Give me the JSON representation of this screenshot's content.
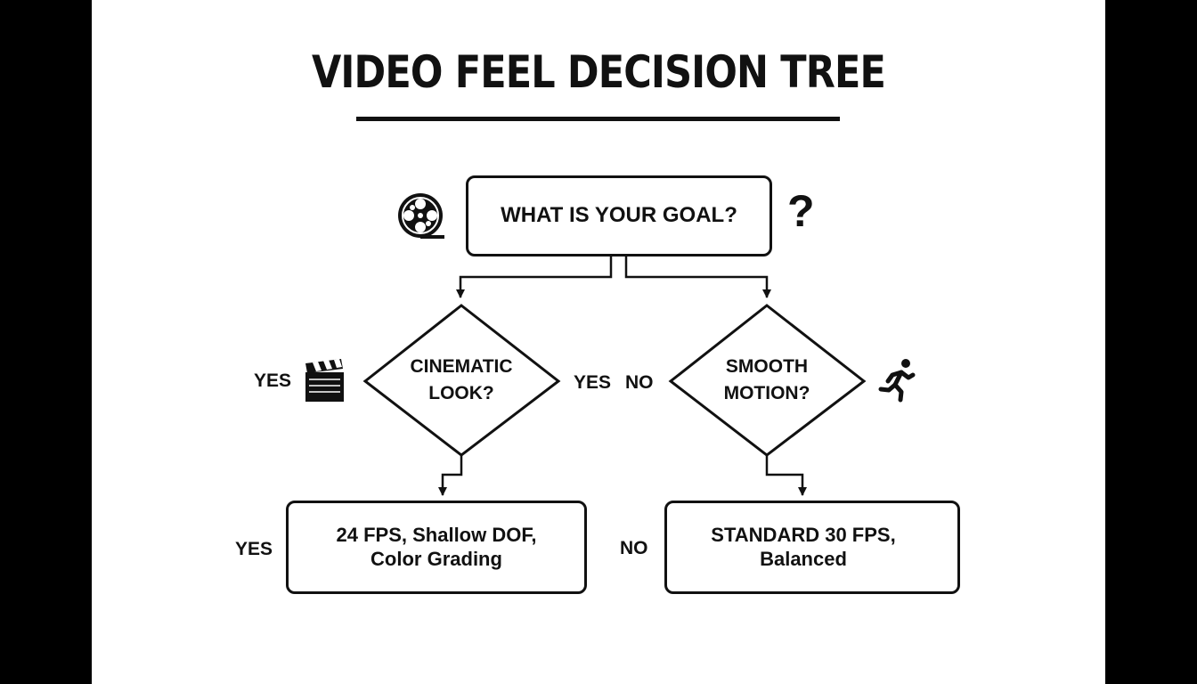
{
  "title": "VIDEO FEEL DECISION TREE",
  "nodes": {
    "goal": "WHAT IS YOUR GOAL?",
    "cinematic": "CINEMATIC\nLOOK?",
    "smooth": "SMOOTH\nMOTION?",
    "cinematic_result": "24 FPS, Shallow DOF,\nColor Grading",
    "standard_result": "STANDARD 30 FPS,\nBalanced"
  },
  "edge_labels": {
    "cinematic_side_yes": "YES",
    "cinematic_right_yes": "YES",
    "smooth_left_no": "NO",
    "result_left_yes": "YES",
    "result_right_no": "NO"
  },
  "icons": {
    "goal_left": "film-reel-icon",
    "goal_right": "question-mark-icon",
    "goal_right_glyph": "?",
    "cinematic": "clapperboard-icon",
    "smooth": "running-person-icon"
  },
  "colors": {
    "ink": "#111111",
    "background": "#ffffff",
    "frame": "#000000"
  }
}
